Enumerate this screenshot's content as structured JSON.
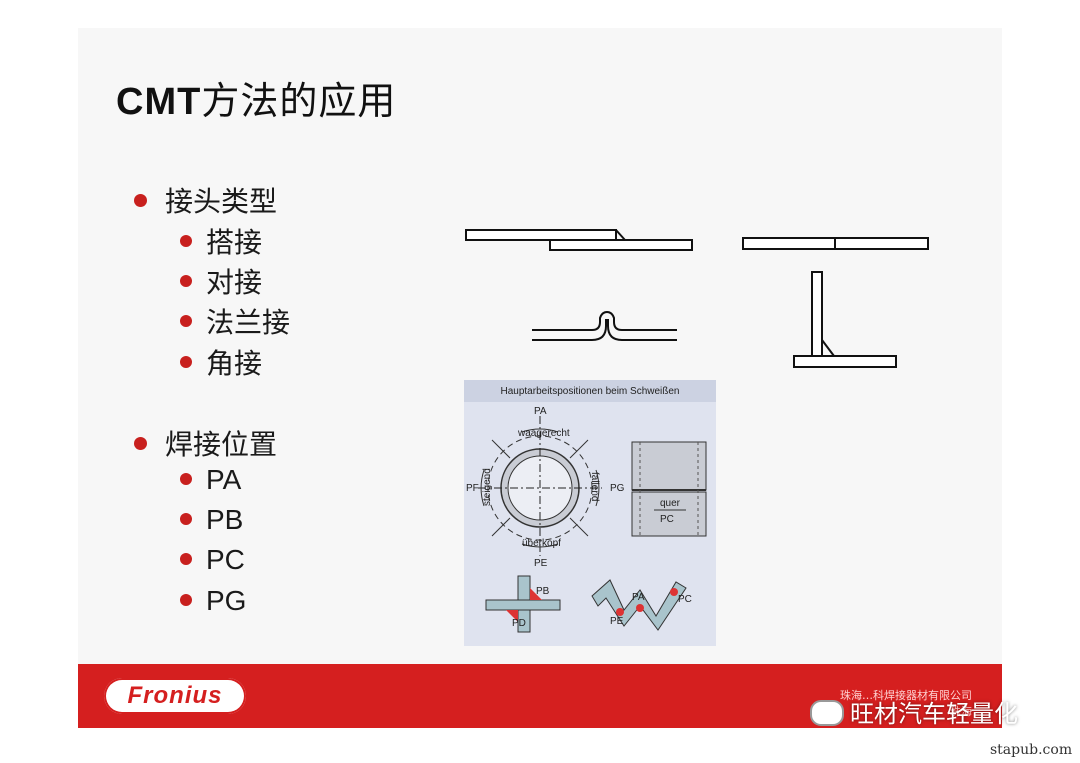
{
  "title": {
    "en": "CMT",
    "cn": "方法的应用"
  },
  "section1": {
    "label": "接头类型",
    "items": [
      "搭接",
      "对接",
      "法兰接",
      "角接"
    ]
  },
  "section2": {
    "label": "焊接位置",
    "items": [
      "PA",
      "PB",
      "PC",
      "PG"
    ]
  },
  "panel": {
    "title": "Hauptarbeitspositionen beim Schweißen",
    "labels": {
      "pa": "PA",
      "waagerecht": "waagerecht",
      "pf": "PF",
      "steigend": "steigend",
      "pg": "PG",
      "fallend": "fallend",
      "ueberkopf": "überkopf",
      "pe": "PE",
      "quer": "quer",
      "pc": "PC",
      "pb": "PB",
      "pd": "PD",
      "pa2": "PA",
      "pc2": "PC",
      "pe2": "PE"
    }
  },
  "footer": {
    "logo": "Fronius",
    "company_line1": "珠海…科焊接器材有限公司",
    "company_line2": "珠海"
  },
  "watermark": {
    "text": "旺材汽车轻量化",
    "site": "stapub.com"
  },
  "colors": {
    "accent": "#c8201e",
    "footer": "#d51f1f",
    "panel_bg": "#dfe3ef"
  }
}
